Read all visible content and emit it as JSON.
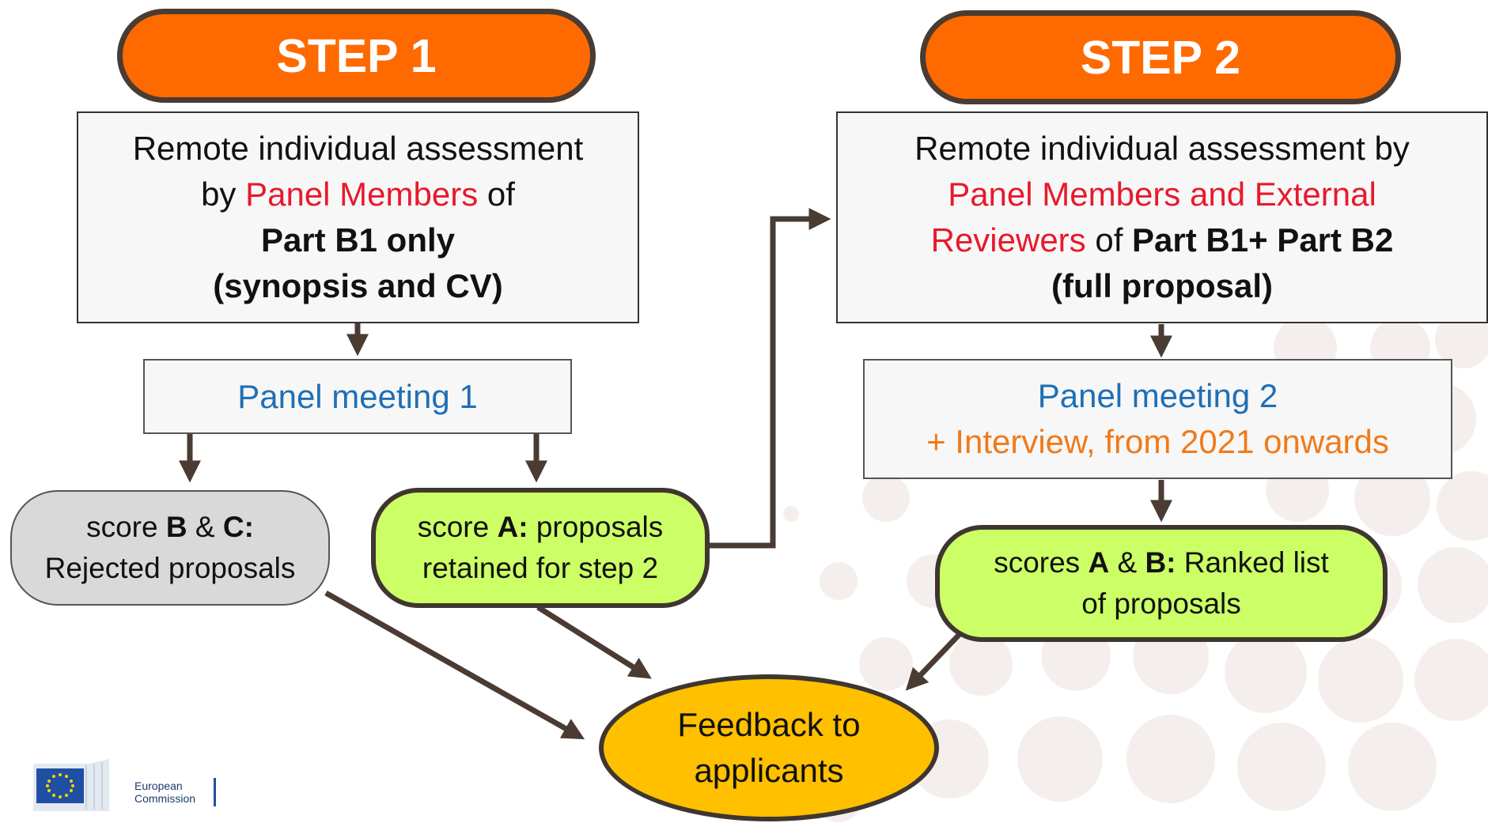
{
  "step1": {
    "label": "STEP 1"
  },
  "step2": {
    "label": "STEP 2"
  },
  "assess1": {
    "line1": "Remote individual assessment",
    "line2_pre": "by ",
    "line2_red": "Panel Members",
    "line2_post": " of",
    "line3": "Part B1 only",
    "line4": "(synopsis and CV)"
  },
  "assess2": {
    "line1": "Remote individual assessment by",
    "line2_red": "Panel Members and External",
    "line3_red": "Reviewers",
    "line3_mid": " of ",
    "line3_bold": "Part B1+ Part B2",
    "line4": "(full proposal)"
  },
  "meeting1": {
    "label": "Panel meeting 1"
  },
  "meeting2": {
    "label": "Panel meeting 2",
    "note": "+ Interview, from 2021 onwards"
  },
  "rejected": {
    "pre": "score ",
    "bold1": "B",
    "amp": " & ",
    "bold2": "C:",
    "line2": "Rejected proposals"
  },
  "retained": {
    "pre": "score ",
    "bold": "A:",
    "post": " proposals",
    "line2": "retained for step 2"
  },
  "ranked": {
    "pre": "scores ",
    "bold1": "A",
    "amp": " & ",
    "bold2": "B:",
    "post": " Ranked list",
    "line2": "of proposals"
  },
  "feedback": {
    "line1": "Feedback to",
    "line2": "applicants"
  },
  "logo": {
    "line1": "European",
    "line2": "Commission"
  },
  "colors": {
    "step_fill": "#ff6a00",
    "green_fill": "#ccff66",
    "feedback_fill": "#ffc000",
    "red_text": "#e8192c",
    "blue_text": "#1f6fb5",
    "orange_text": "#f07a1a"
  }
}
